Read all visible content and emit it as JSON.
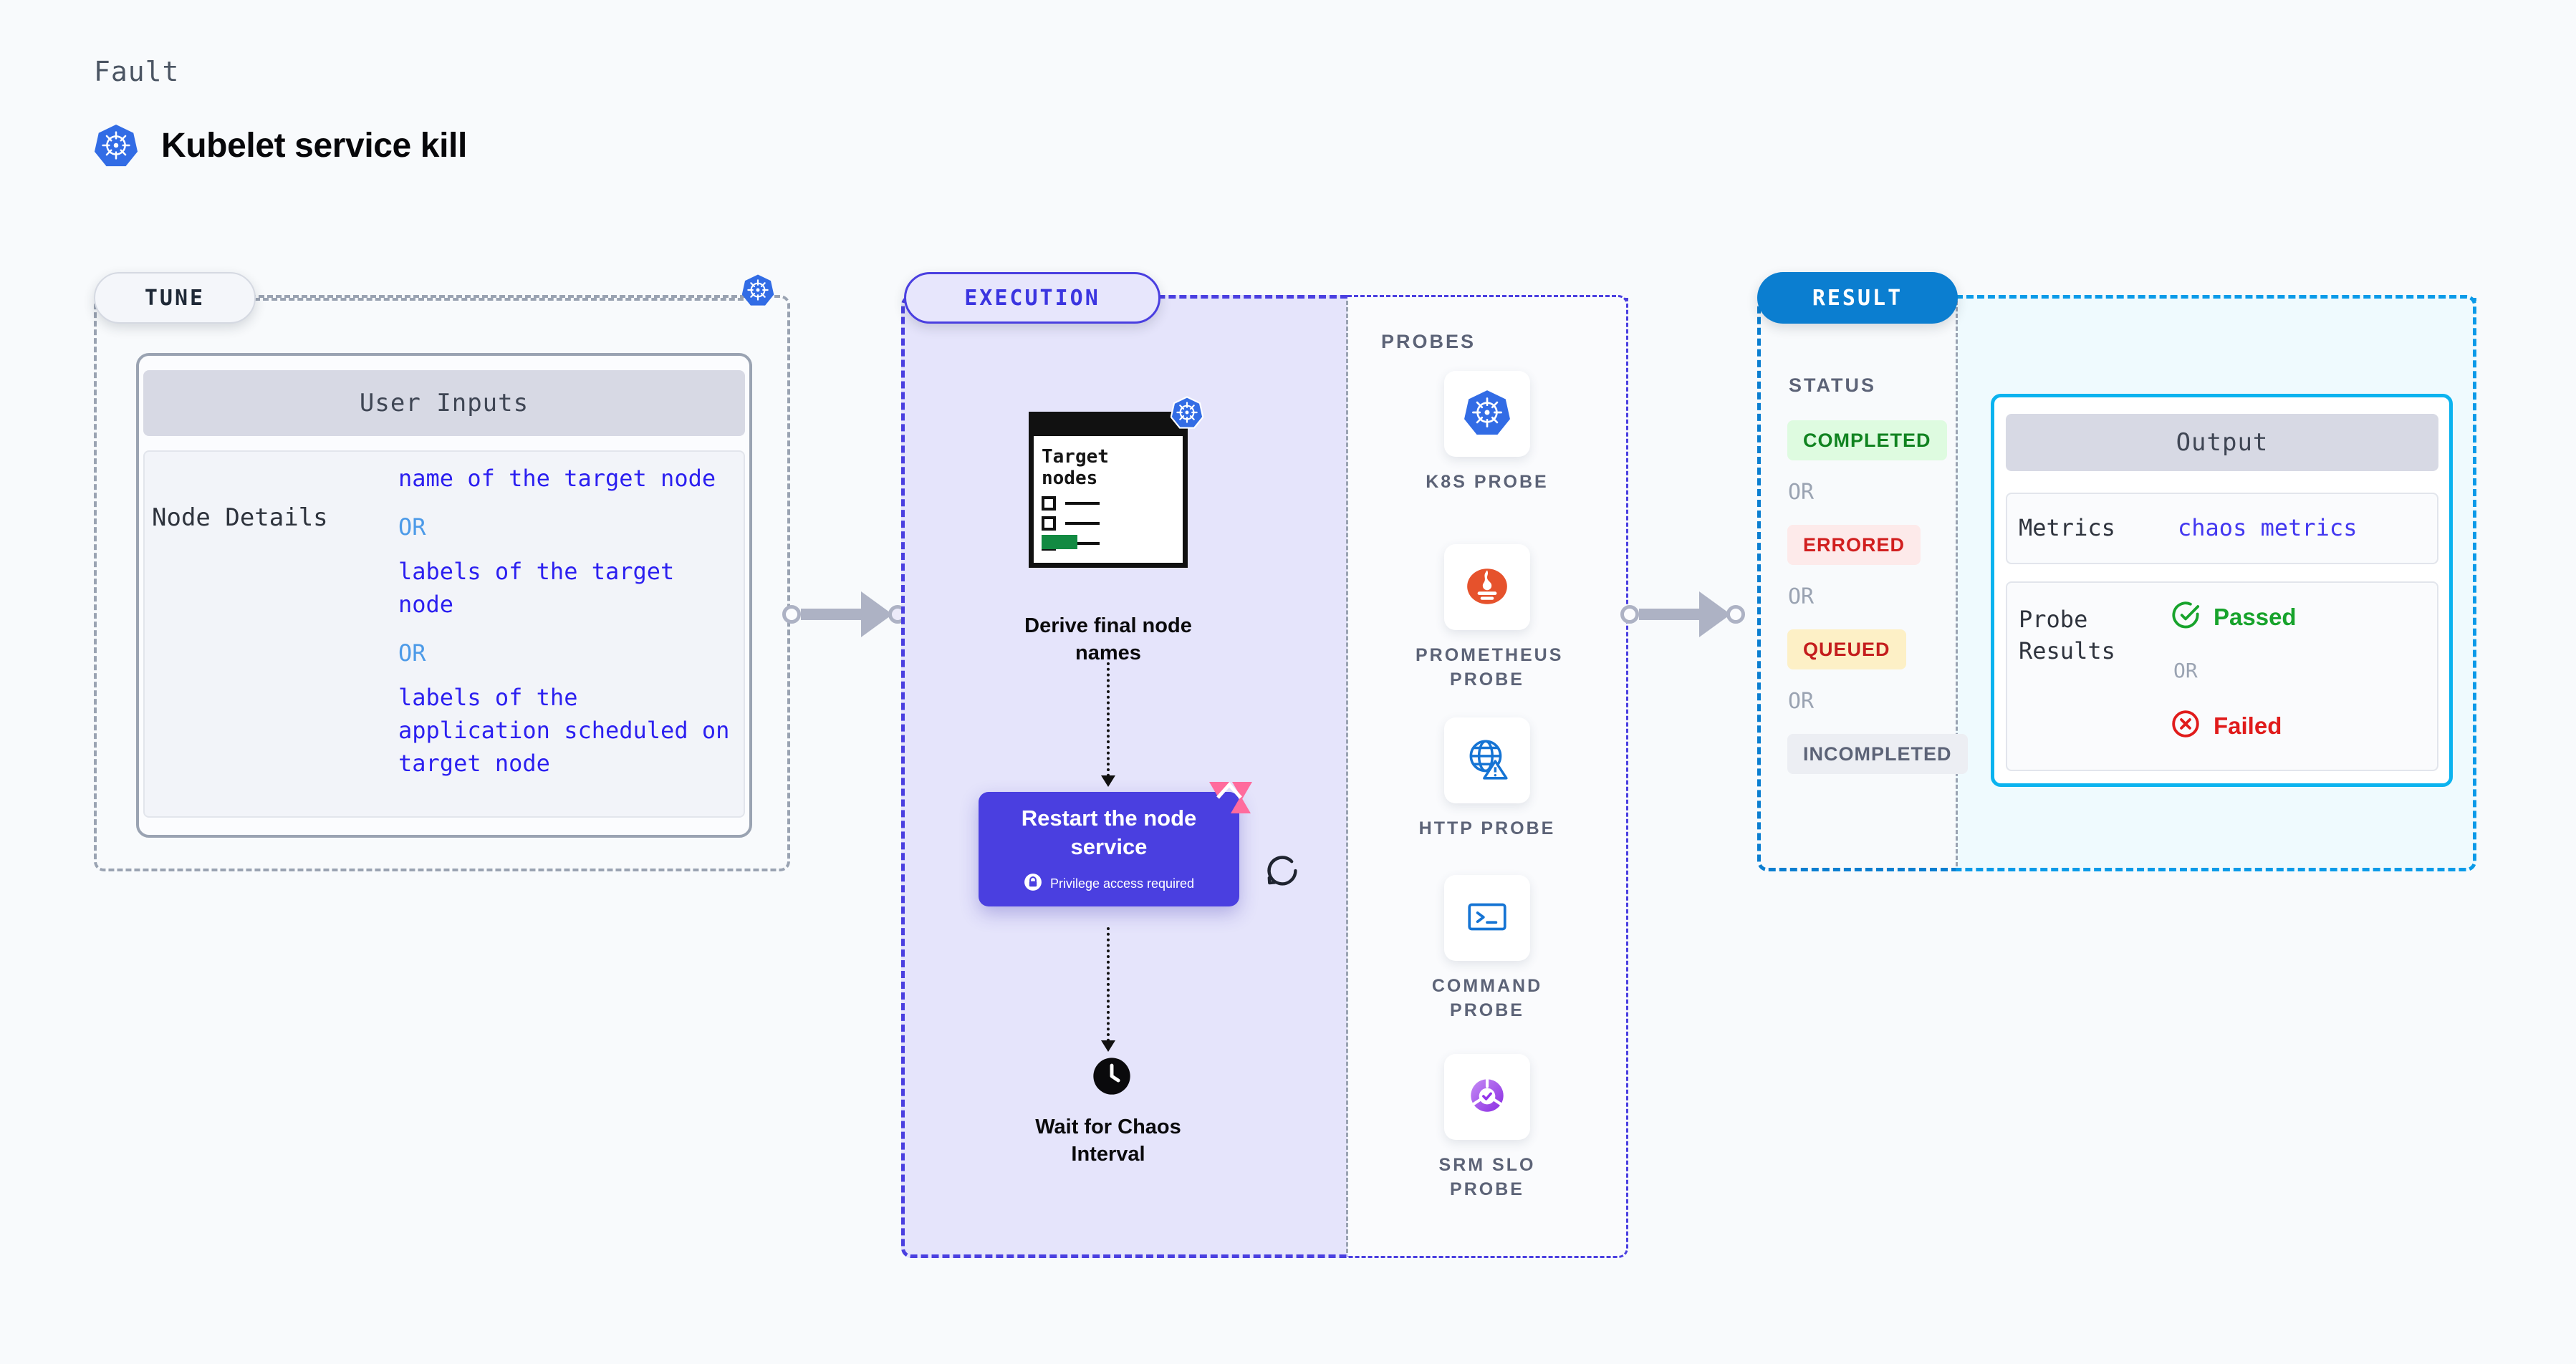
{
  "header": {
    "eyebrow": "Fault",
    "title": "Kubelet service kill",
    "logo_icon": "kubernetes-icon"
  },
  "sections": {
    "tune": {
      "label": "TUNE",
      "badge_icon": "kubernetes-icon",
      "card": {
        "header": "User Inputs",
        "field_label": "Node Details",
        "values": [
          "name of the target node",
          "labels of the target node",
          "labels of the application scheduled on target node"
        ],
        "separator": "OR"
      }
    },
    "execution": {
      "label": "EXECUTION",
      "steps": [
        {
          "name": "derive-final-node-names",
          "caption": "Derive final node names",
          "graphic": {
            "title": "Target nodes",
            "badge_icon": "kubernetes-icon",
            "checkbox_rows": 3
          }
        },
        {
          "name": "restart-the-node-service",
          "title": "Restart the node service",
          "privilege_note": "Privilege access required",
          "lock_icon": "lock-icon",
          "brand_icon": "harness-icon",
          "refresh_icon": "refresh-icon"
        },
        {
          "name": "wait-for-chaos-interval",
          "caption": "Wait for Chaos Interval",
          "clock_icon": "clock-icon"
        }
      ]
    },
    "probes": {
      "label": "PROBES",
      "items": [
        {
          "label": "K8S PROBE",
          "icon": "kubernetes-icon"
        },
        {
          "label": "PROMETHEUS PROBE",
          "icon": "prometheus-icon"
        },
        {
          "label": "HTTP PROBE",
          "icon": "globe-warning-icon"
        },
        {
          "label": "COMMAND PROBE",
          "icon": "terminal-icon"
        },
        {
          "label": "SRM SLO PROBE",
          "icon": "srm-slo-icon"
        }
      ]
    },
    "result": {
      "label": "RESULT",
      "status_title": "STATUS",
      "separator": "OR",
      "statuses": [
        {
          "label": "COMPLETED",
          "bg": "#defbe0",
          "fg": "#108320"
        },
        {
          "label": "ERRORED",
          "bg": "#fdeaea",
          "fg": "#d11f1f"
        },
        {
          "label": "QUEUED",
          "bg": "#fdf0c6",
          "fg": "#c41d1d"
        },
        {
          "label": "INCOMPLETED",
          "bg": "#eceef3",
          "fg": "#5c6377"
        }
      ],
      "output": {
        "header": "Output",
        "rows": [
          {
            "label": "Metrics",
            "value": "chaos metrics"
          },
          {
            "label": "Probe Results",
            "pass": {
              "text": "Passed",
              "icon": "check-circle-icon",
              "color": "#17a32c"
            },
            "separator": "OR",
            "fail": {
              "text": "Failed",
              "icon": "x-circle-icon",
              "color": "#e01b1b"
            }
          }
        ]
      }
    }
  },
  "colors": {
    "accent_purple": "#4a3fe0",
    "accent_blue": "#0b7ed0",
    "accent_cyan": "#0bb3ef",
    "k8s_blue": "#326ce5",
    "harness_pink": "#ff6b9d",
    "value_text": "#2b1ff0",
    "or_text": "#4c9ae8"
  }
}
